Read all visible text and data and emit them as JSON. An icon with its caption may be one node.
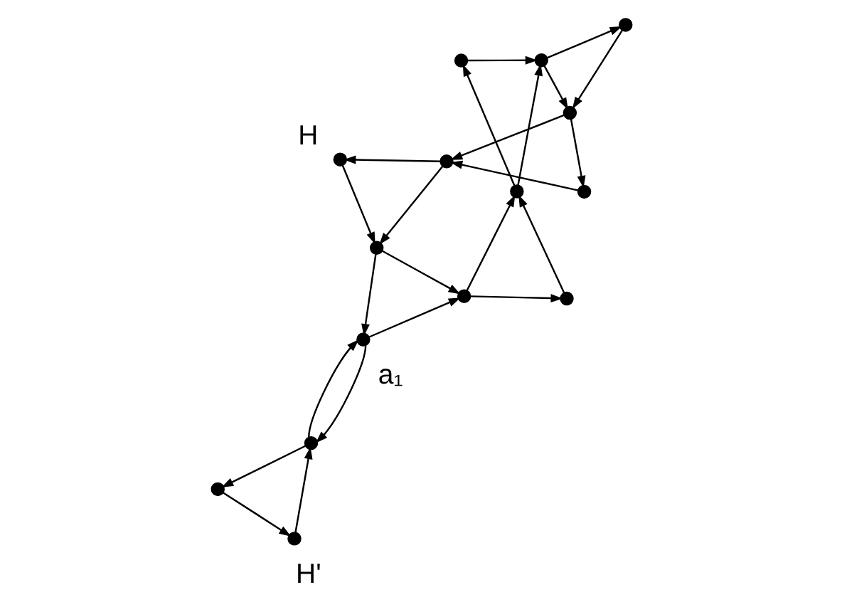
{
  "diagram": {
    "nodes": [
      {
        "text": [],
        "shape": "circle"
      },
      {
        "text": [],
        "shape": "circle"
      },
      {
        "text": [],
        "shape": "circle"
      },
      {
        "text": [],
        "shape": "circle"
      },
      {
        "text": [],
        "shape": "circle"
      },
      {
        "text": [],
        "shape": "circle"
      },
      {
        "text": [],
        "shape": "circle"
      },
      {
        "text": [],
        "shape": "circle"
      },
      {
        "text": [],
        "shape": "circle",
        "beside": [
          "H'"
        ]
      },
      {
        "text": [],
        "shape": "circle"
      },
      {
        "text": [],
        "shape": "circle",
        "beside": [
          "a₁"
        ]
      },
      {
        "text": [],
        "shape": "circle"
      },
      {
        "text": [],
        "shape": "circle"
      },
      {
        "text": [],
        "shape": "circle"
      },
      {
        "text": [],
        "shape": "circle",
        "beside": [
          "H"
        ]
      }
    ],
    "edges": [
      {
        "from": 1,
        "to": 2,
        "arrow": "to"
      },
      {
        "from": 2,
        "to": 3,
        "arrow": "to"
      },
      {
        "from": 3,
        "to": 4,
        "arrow": "to"
      },
      {
        "from": 4,
        "to": 7,
        "arrow": "to"
      },
      {
        "from": 7,
        "to": 12,
        "arrow": "to"
      },
      {
        "from": 12,
        "to": 14,
        "arrow": "to"
      },
      {
        "from": 14,
        "to": 11,
        "arrow": "to"
      },
      {
        "from": 11,
        "to": 6,
        "arrow": "to"
      },
      {
        "from": 6,
        "to": 1,
        "arrow": "to"
      },
      {
        "from": 13,
        "to": 12,
        "arrow": "to"
      },
      {
        "from": 12,
        "to": 11,
        "arrow": "to"
      },
      {
        "from": 11,
        "to": 10,
        "arrow": "to"
      },
      {
        "from": 10,
        "to": 6,
        "arrow": "to"
      },
      {
        "from": 6,
        "to": 2,
        "arrow": "to"
      },
      {
        "from": 2,
        "to": 0,
        "arrow": "to"
      },
      {
        "from": 0,
        "to": 3,
        "arrow": "to"
      },
      {
        "from": 3,
        "to": 7,
        "arrow": "to"
      },
      {
        "from": 7,
        "to": 13,
        "arrow": "to"
      },
      {
        "from": 10,
        "to": 9,
        "arrow": "to"
      },
      {
        "from": 9,
        "to": 10,
        "arrow": "to"
      },
      {
        "from": 9,
        "to": 5,
        "arrow": "to"
      },
      {
        "from": 5,
        "to": 8,
        "arrow": "to"
      },
      {
        "from": 8,
        "to": 9,
        "arrow": "to"
      }
    ]
  }
}
